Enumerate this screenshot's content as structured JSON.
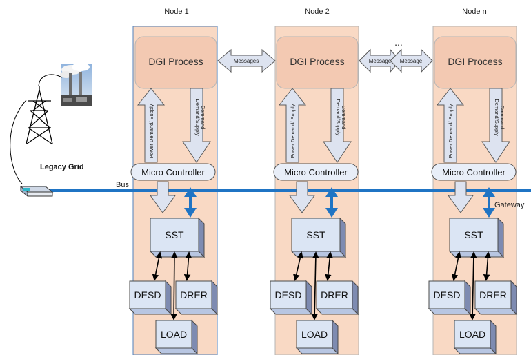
{
  "colors": {
    "node_fill": "#f9d9c4",
    "node_border": "#b5b5b5",
    "node1_border": "#4f81bd",
    "process_fill": "#f3c9b2",
    "bus": "#1f74c4",
    "hollow_arrow_fill": "#dde3f0",
    "hollow_arrow_stroke": "#5a5a5a",
    "box_face": "#dbe5f4",
    "box_side": "#7e8bb1",
    "box_top": "#b8c6e2",
    "controller_fill": "#e8eef8"
  },
  "nodes": [
    {
      "title": "Node 1",
      "process": "DGI Process",
      "controller": "Micro Controller",
      "up_arrow": "Power Demand/ Supply",
      "down_arrow": "Demand/Supply Command",
      "sst": "SST",
      "desd": "DESD",
      "drer": "DRER",
      "load": "LOAD"
    },
    {
      "title": "Node 2",
      "process": "DGI Process",
      "controller": "Micro Controller",
      "up_arrow": "Power Demand/ Supply",
      "down_arrow": "Demand/Supply Command",
      "sst": "SST",
      "desd": "DESD",
      "drer": "DRER",
      "load": "LOAD"
    },
    {
      "title": "Node n",
      "process": "DGI Process",
      "controller": "Micro Controller",
      "up_arrow": "Power Demand/ Supply",
      "down_arrow": "Demand/Supply Command",
      "sst": "SST",
      "desd": "DESD",
      "drer": "DRER",
      "load": "LOAD"
    }
  ],
  "messages": {
    "between_1_2": "Messages",
    "between_2_n_left": "Message",
    "between_2_n_right": "Message",
    "ellipsis": "..."
  },
  "legacy_grid": {
    "label": "Legacy Grid",
    "plant_icon": "power-plant-icon",
    "tower_icon": "transmission-tower-icon",
    "gateway_icon": "gateway-device-icon"
  },
  "bus_label": "Bus",
  "gateway_label": "Gateway"
}
